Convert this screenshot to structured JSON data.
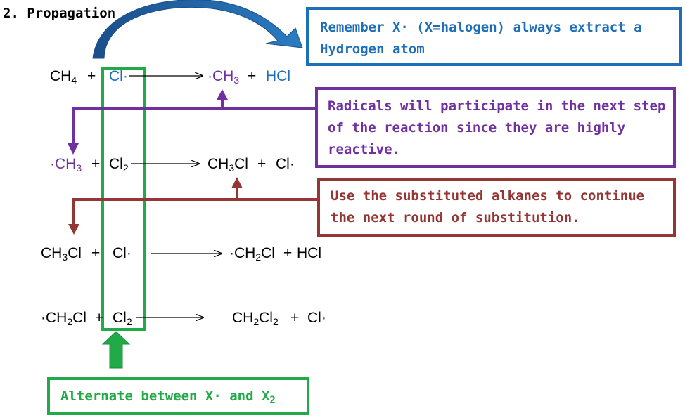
{
  "heading": "2. Propagation",
  "colors": {
    "blue": "#1f6fb8",
    "purple": "#7030a0",
    "green": "#22aa48",
    "maroon": "#943634"
  },
  "reactions": [
    {
      "r1": "CH",
      "r1_sub": "4",
      "r1_tail": "",
      "plus1": "+",
      "r2": "Cl·",
      "r2_sub": "",
      "p1_pre": "·CH",
      "p1_sub": "3",
      "p1_tail": "",
      "plus2": "+",
      "p2": "HCl"
    },
    {
      "r1": "·CH",
      "r1_sub": "3",
      "r1_tail": "",
      "plus1": "+",
      "r2": "Cl",
      "r2_sub": "2",
      "p1_pre": "CH",
      "p1_sub": "3",
      "p1_tail": "Cl",
      "plus2": "+",
      "p2": "Cl·"
    },
    {
      "r1": "CH",
      "r1_sub": "3",
      "r1_tail": "Cl",
      "plus1": "+",
      "r2": "Cl·",
      "r2_sub": "",
      "p1_pre": "·CH",
      "p1_sub": "2",
      "p1_tail": "Cl",
      "plus2": "+",
      "p2": "HCl"
    },
    {
      "r1": "·CH",
      "r1_sub": "2",
      "r1_tail": "Cl",
      "plus1": "+",
      "r2": "Cl",
      "r2_sub": "2",
      "p1_pre": "CH",
      "p1_sub": "2",
      "p1_tail": "Cl",
      "p1_sub2": "2",
      "plus2": "+",
      "p2": "Cl·"
    }
  ],
  "notes": {
    "halogen": "Remember X· (X=halogen) always extract a Hydrogen atom",
    "radicals": "Radicals will participate in the next step of the reaction since they are highly reactive.",
    "substituted": "Use the substituted alkanes to continue the next round of substitution.",
    "alternate_pre": "Alternate between X· and X",
    "alternate_sub": "2"
  }
}
